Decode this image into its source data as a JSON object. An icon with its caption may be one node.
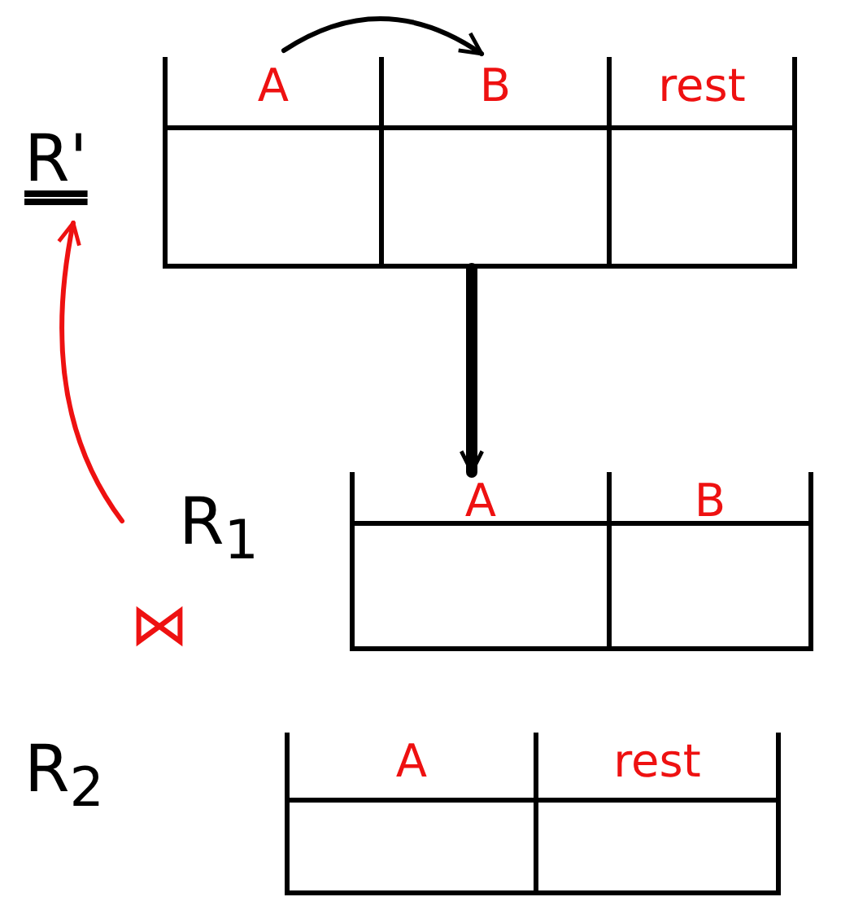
{
  "diagram": {
    "nodes": [
      {
        "text": [
          "R'"
        ]
      },
      {
        "text": [],
        "shape": "box"
      },
      {
        "text": [
          "A"
        ],
        "in": 1
      },
      {
        "text": [
          "B"
        ],
        "in": 1
      },
      {
        "text": [
          "rest"
        ],
        "in": 1
      },
      {
        "text": [
          "R$_{1}$"
        ]
      },
      {
        "text": [],
        "shape": "box"
      },
      {
        "text": [
          "A"
        ],
        "in": 6
      },
      {
        "text": [
          "B"
        ],
        "in": 6
      },
      {
        "text": [
          "R$_{2}$"
        ]
      },
      {
        "text": [],
        "shape": "box"
      },
      {
        "text": [
          "A"
        ],
        "in": 10
      },
      {
        "text": [
          "rest"
        ],
        "in": 10
      }
    ],
    "edges": [
      {
        "from": 2,
        "to": 3,
        "arrow": "to"
      },
      {
        "from": 1,
        "to": 6,
        "arrow": "to",
        "style": "thick"
      },
      {
        "from": null,
        "to": 0,
        "arrow": "to",
        "color": "#ee1111"
      }
    ],
    "labels": [
      "⋈"
    ]
  }
}
